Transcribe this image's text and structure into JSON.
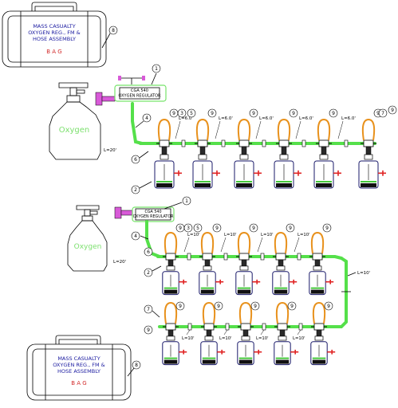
{
  "bag": {
    "lines": [
      "MASS CASUALTY",
      "OXYGEN REG., FM &",
      "HOSE ASSEMBLY"
    ],
    "tag": "B A G",
    "callout": "8"
  },
  "cylinder": {
    "label": "Oxygen"
  },
  "regulator": {
    "line1": "CGA 540",
    "line2": "OXYGEN REGULATOR",
    "callout": "1"
  },
  "hose_lengths": {
    "inlet": "L=20'",
    "top_segment": "L=6.0'",
    "bottom_segment": "L=10'"
  },
  "callouts": {
    "hose": "4",
    "tee": "5",
    "flowmeter": "2",
    "connector": "3",
    "manifold_end": "6",
    "elbow": "7",
    "oxygen_loop": "9"
  },
  "colors": {
    "hose": "#55e04a",
    "oxygen_loop": "#e8911c",
    "regulator_box": "#77e36b",
    "cylinder_text": "#7de06f",
    "bag_text": "#1a1aa0",
    "bag_tag": "#d22a2a",
    "outlet_red": "#e02424",
    "manifold_magenta": "#d85ad8"
  }
}
